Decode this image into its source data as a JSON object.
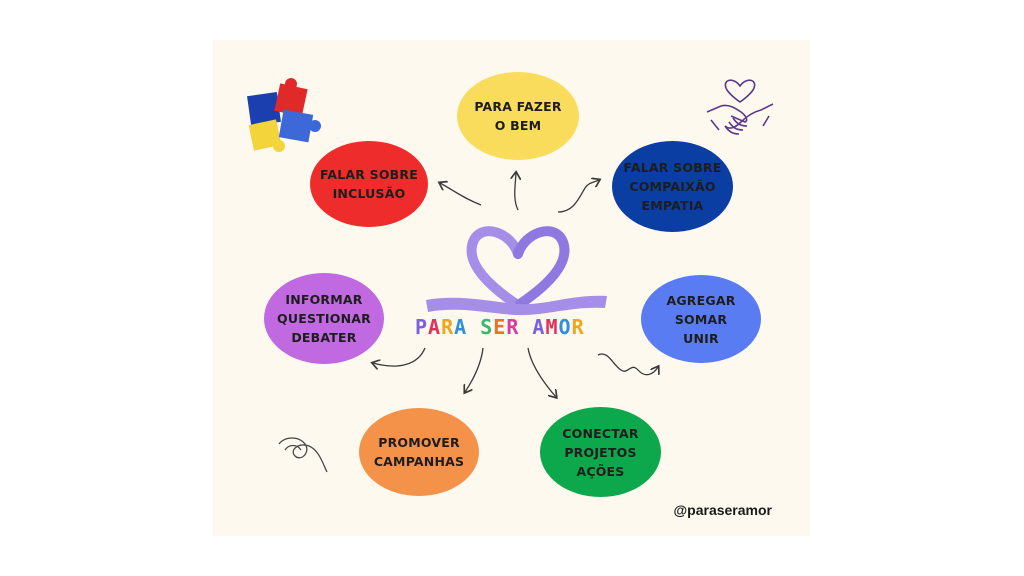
{
  "center": {
    "title": "PARA SER AMOR",
    "letter_colors": [
      "#7b5fe0",
      "#e0315b",
      "#f2a51a",
      "#2f8fdc",
      "#ffffff",
      "#3bb56b",
      "#e8722a",
      "#d93ba1",
      "#ffffff",
      "#7b5fe0",
      "#e0315b",
      "#2f8fdc",
      "#f2a51a"
    ],
    "ribbon_color": "#a48ee8"
  },
  "nodes": [
    {
      "id": "fazer-bem",
      "text": "PARA FAZER\nO BEM",
      "color": "#f9dc5c"
    },
    {
      "id": "falar-inclusao",
      "text": "FALAR SOBRE\nINCLUSÃO",
      "color": "#ee2c2c"
    },
    {
      "id": "compaixao",
      "text": "FALAR SOBRE\nCOMPAIXÃO\nEMPATIA",
      "color": "#0b3ea3"
    },
    {
      "id": "informar",
      "text": "INFORMAR\nQUESTIONAR\nDEBATER",
      "color": "#c069e0"
    },
    {
      "id": "agregar",
      "text": "AGREGAR\nSOMAR\nUNIR",
      "color": "#5a7cf2"
    },
    {
      "id": "promover",
      "text": "PROMOVER\nCAMPANHAS",
      "color": "#f5924a"
    },
    {
      "id": "conectar",
      "text": "CONECTAR\nPROJETOS\nAÇÕES",
      "color": "#0ea84c"
    }
  ],
  "handle": "@paraseramor",
  "icons": {
    "puzzle": "puzzle-pieces-icon",
    "hands": "handshake-heart-icon",
    "squiggle": "squiggle-icon"
  }
}
